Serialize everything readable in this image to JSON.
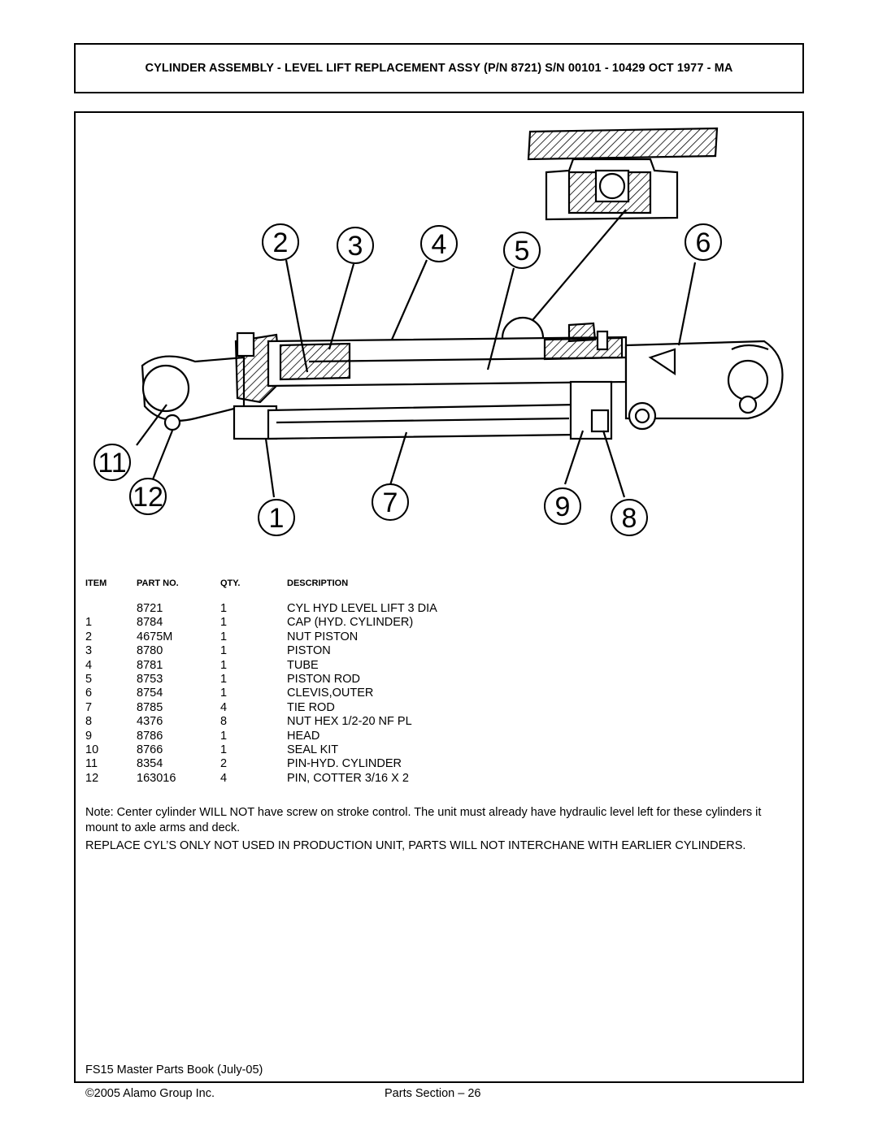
{
  "title": "CYLINDER ASSEMBLY - LEVEL LIFT REPLACEMENT ASSY (P/N 8721) S/N 00101 - 10429 OCT 1977 - MA",
  "diagram": {
    "callouts": [
      "1",
      "2",
      "3",
      "4",
      "5",
      "6",
      "7",
      "8",
      "9",
      "11",
      "12"
    ]
  },
  "table": {
    "headers": {
      "item": "ITEM",
      "part_no": "PART NO.",
      "qty": "QTY.",
      "description": "DESCRIPTION"
    },
    "rows": [
      {
        "item": "",
        "part_no": "8721",
        "qty": "1",
        "description": "CYL HYD LEVEL LIFT 3 DIA"
      },
      {
        "item": "1",
        "part_no": "8784",
        "qty": "1",
        "description": "CAP (HYD. CYLINDER)"
      },
      {
        "item": "2",
        "part_no": "4675M",
        "qty": "1",
        "description": "NUT PISTON"
      },
      {
        "item": "3",
        "part_no": "8780",
        "qty": "1",
        "description": "PISTON"
      },
      {
        "item": "4",
        "part_no": "8781",
        "qty": "1",
        "description": "TUBE"
      },
      {
        "item": "5",
        "part_no": "8753",
        "qty": "1",
        "description": "PISTON ROD"
      },
      {
        "item": "6",
        "part_no": "8754",
        "qty": "1",
        "description": "CLEVIS,OUTER"
      },
      {
        "item": "7",
        "part_no": "8785",
        "qty": "4",
        "description": "TIE ROD"
      },
      {
        "item": "8",
        "part_no": "4376",
        "qty": "8",
        "description": "NUT HEX 1/2-20 NF PL"
      },
      {
        "item": "9",
        "part_no": "8786",
        "qty": "1",
        "description": "HEAD"
      },
      {
        "item": "10",
        "part_no": "8766",
        "qty": "1",
        "description": "SEAL KIT"
      },
      {
        "item": "11",
        "part_no": "8354",
        "qty": "2",
        "description": "PIN-HYD. CYLINDER"
      },
      {
        "item": "12",
        "part_no": "163016",
        "qty": "4",
        "description": "PIN, COTTER 3/16 X 2"
      }
    ]
  },
  "notes": [
    "Note: Center cylinder WILL NOT have screw on stroke control. The unit must already have hydraulic level left for these cylinders it mount to axle arms and deck.",
    "REPLACE CYL’S ONLY NOT USED IN PRODUCTION UNIT, PARTS WILL NOT INTERCHANE WITH EARLIER CYLINDERS."
  ],
  "footer": {
    "book": "FS15 Master Parts Book (July-05)",
    "copyright": "©2005 Alamo Group Inc.",
    "page": "Parts Section – 26"
  }
}
